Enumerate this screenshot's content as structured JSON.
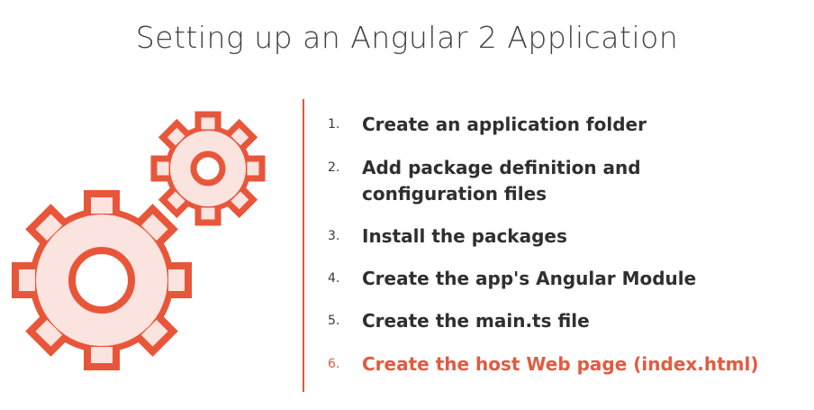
{
  "slide": {
    "title": "Setting up an Angular 2 Application",
    "accent_color": "#e8563a",
    "gear_fill_color": "#fbe3df",
    "icon": "gears-icon"
  },
  "steps": [
    {
      "number": "1.",
      "lines": [
        "Create an application folder"
      ],
      "active": false
    },
    {
      "number": "2.",
      "lines": [
        "Add package definition and",
        "configuration files"
      ],
      "active": false
    },
    {
      "number": "3.",
      "lines": [
        "Install the packages"
      ],
      "active": false
    },
    {
      "number": "4.",
      "lines": [
        "Create the app's Angular Module"
      ],
      "active": false
    },
    {
      "number": "5.",
      "lines": [
        "Create the main.ts file"
      ],
      "active": false
    },
    {
      "number": "6.",
      "lines": [
        "Create the host Web page (index.html)"
      ],
      "active": true
    }
  ]
}
